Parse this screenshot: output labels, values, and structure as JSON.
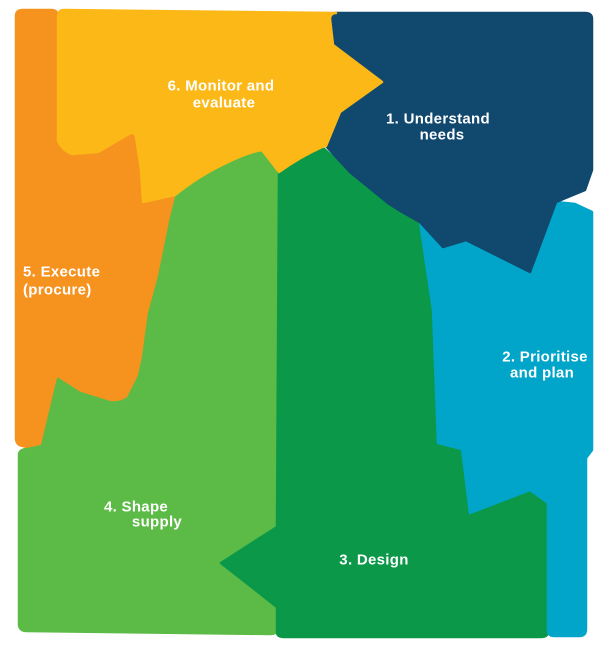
{
  "diagram": {
    "description": "Six-step circular procurement lifecycle diagram made of interlocking arrow segments",
    "background_color": "#FFFFFF",
    "label_text_color": "#FFFFFF",
    "segments": [
      {
        "step": 1,
        "name": "understand-needs",
        "color": "#11486E",
        "lines": [
          "1. Understand",
          "needs"
        ]
      },
      {
        "step": 2,
        "name": "prioritise-and-plan",
        "color": "#00A5C9",
        "lines": [
          "2. Prioritise",
          "and plan"
        ]
      },
      {
        "step": 3,
        "name": "design",
        "color": "#0B9848",
        "lines": [
          "3. Design",
          ""
        ]
      },
      {
        "step": 4,
        "name": "shape-supply",
        "color": "#5CBB46",
        "lines": [
          "4. Shape",
          "supply"
        ]
      },
      {
        "step": 5,
        "name": "execute-procure",
        "color": "#F6921E",
        "lines": [
          "5. Execute",
          "(procure)"
        ]
      },
      {
        "step": 6,
        "name": "monitor-and-evaluate",
        "color": "#FBB816",
        "lines": [
          "6. Monitor and",
          "evaluate"
        ]
      }
    ]
  }
}
